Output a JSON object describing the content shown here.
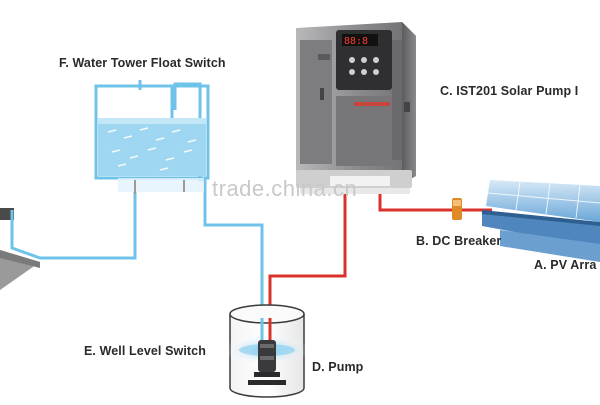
{
  "labels": {
    "float_switch": "F. Water Tower Float Switch",
    "inverter": "C. IST201 Solar Pump I",
    "dc_breaker": "B. DC Breaker",
    "pv_array": "A. PV Arra",
    "well_switch": "E. Well Level Switch",
    "pump": "D. Pump"
  },
  "watermark": "trade.china.cn",
  "colors": {
    "water_pipe": "#6fc3ea",
    "power_line": "#d9312b",
    "water_fill": "#9fd6f2",
    "inverter_body": "#8e8e90",
    "panel_blue": "#7fb4df"
  },
  "icons": {
    "tower": "water-tank-icon",
    "inverter": "inverter-device-icon",
    "breaker": "dc-breaker-icon",
    "panels": "solar-panel-icon",
    "well": "well-cylinder-icon",
    "pump": "submersible-pump-icon"
  }
}
